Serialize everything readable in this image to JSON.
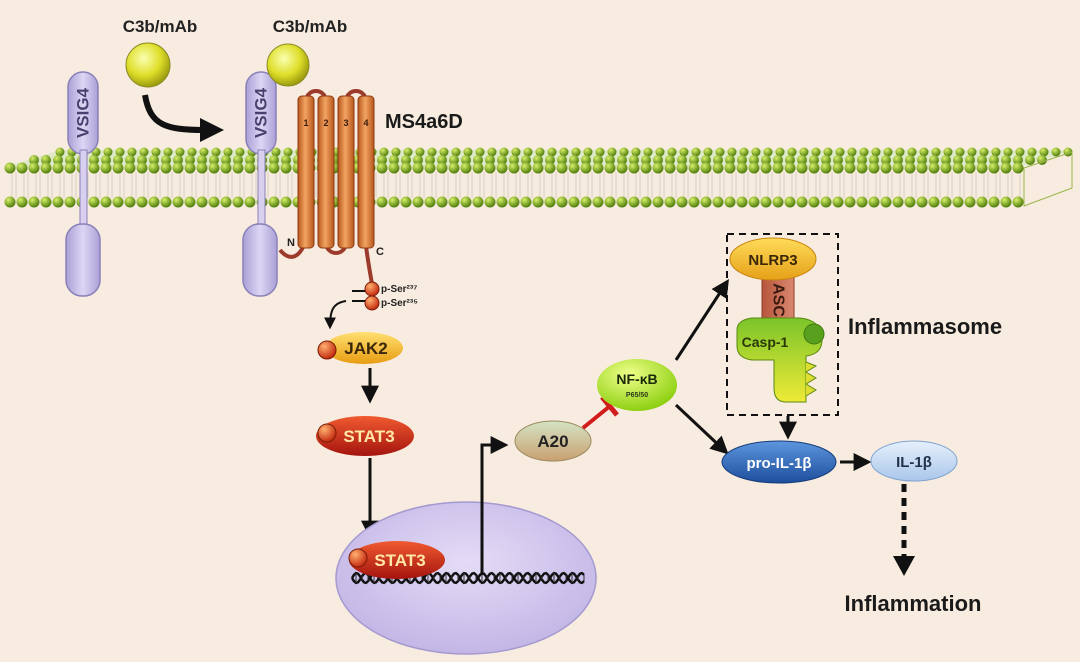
{
  "colors": {
    "background": "#f8ece0",
    "membrane_head": "#7fae1a",
    "receptor": "#c9c0e6",
    "ms4a6d": "#d9864a",
    "phospho": "#e0461e",
    "jak2": "#f2b61c",
    "stat3": "#d8241d",
    "nfkb": "#b4ea2c",
    "pro_il1b": "#2f6dbf",
    "il1b": "#c9dcf2",
    "inhibit": "#d21c1c"
  },
  "labels": {
    "c3b_left": "C3b/mAb",
    "c3b_right": "C3b/mAb",
    "vsig4_left": "VSIG4",
    "vsig4_right": "VSIG4",
    "ms4a6d": "MS4a6D",
    "n_term": "N",
    "c_term": "C",
    "p_ser_1": "p-Ser²³⁷",
    "p_ser_2": "p-Ser²³⁵",
    "jak2": "JAK2",
    "stat3_cyto": "STAT3",
    "stat3_nucleus": "STAT3",
    "a20": "A20",
    "nfkb": "NF-κB",
    "nfkb_sub": "P65/50",
    "nlrp3": "NLRP3",
    "asc": "ASC",
    "casp1": "Casp-1",
    "inflammasome": "Inflammasome",
    "pro_il1b": "pro-IL-1β",
    "il1b": "IL-1β",
    "inflammation": "Inflammation",
    "helix_1": "1",
    "helix_2": "2",
    "helix_3": "3",
    "helix_4": "4"
  }
}
